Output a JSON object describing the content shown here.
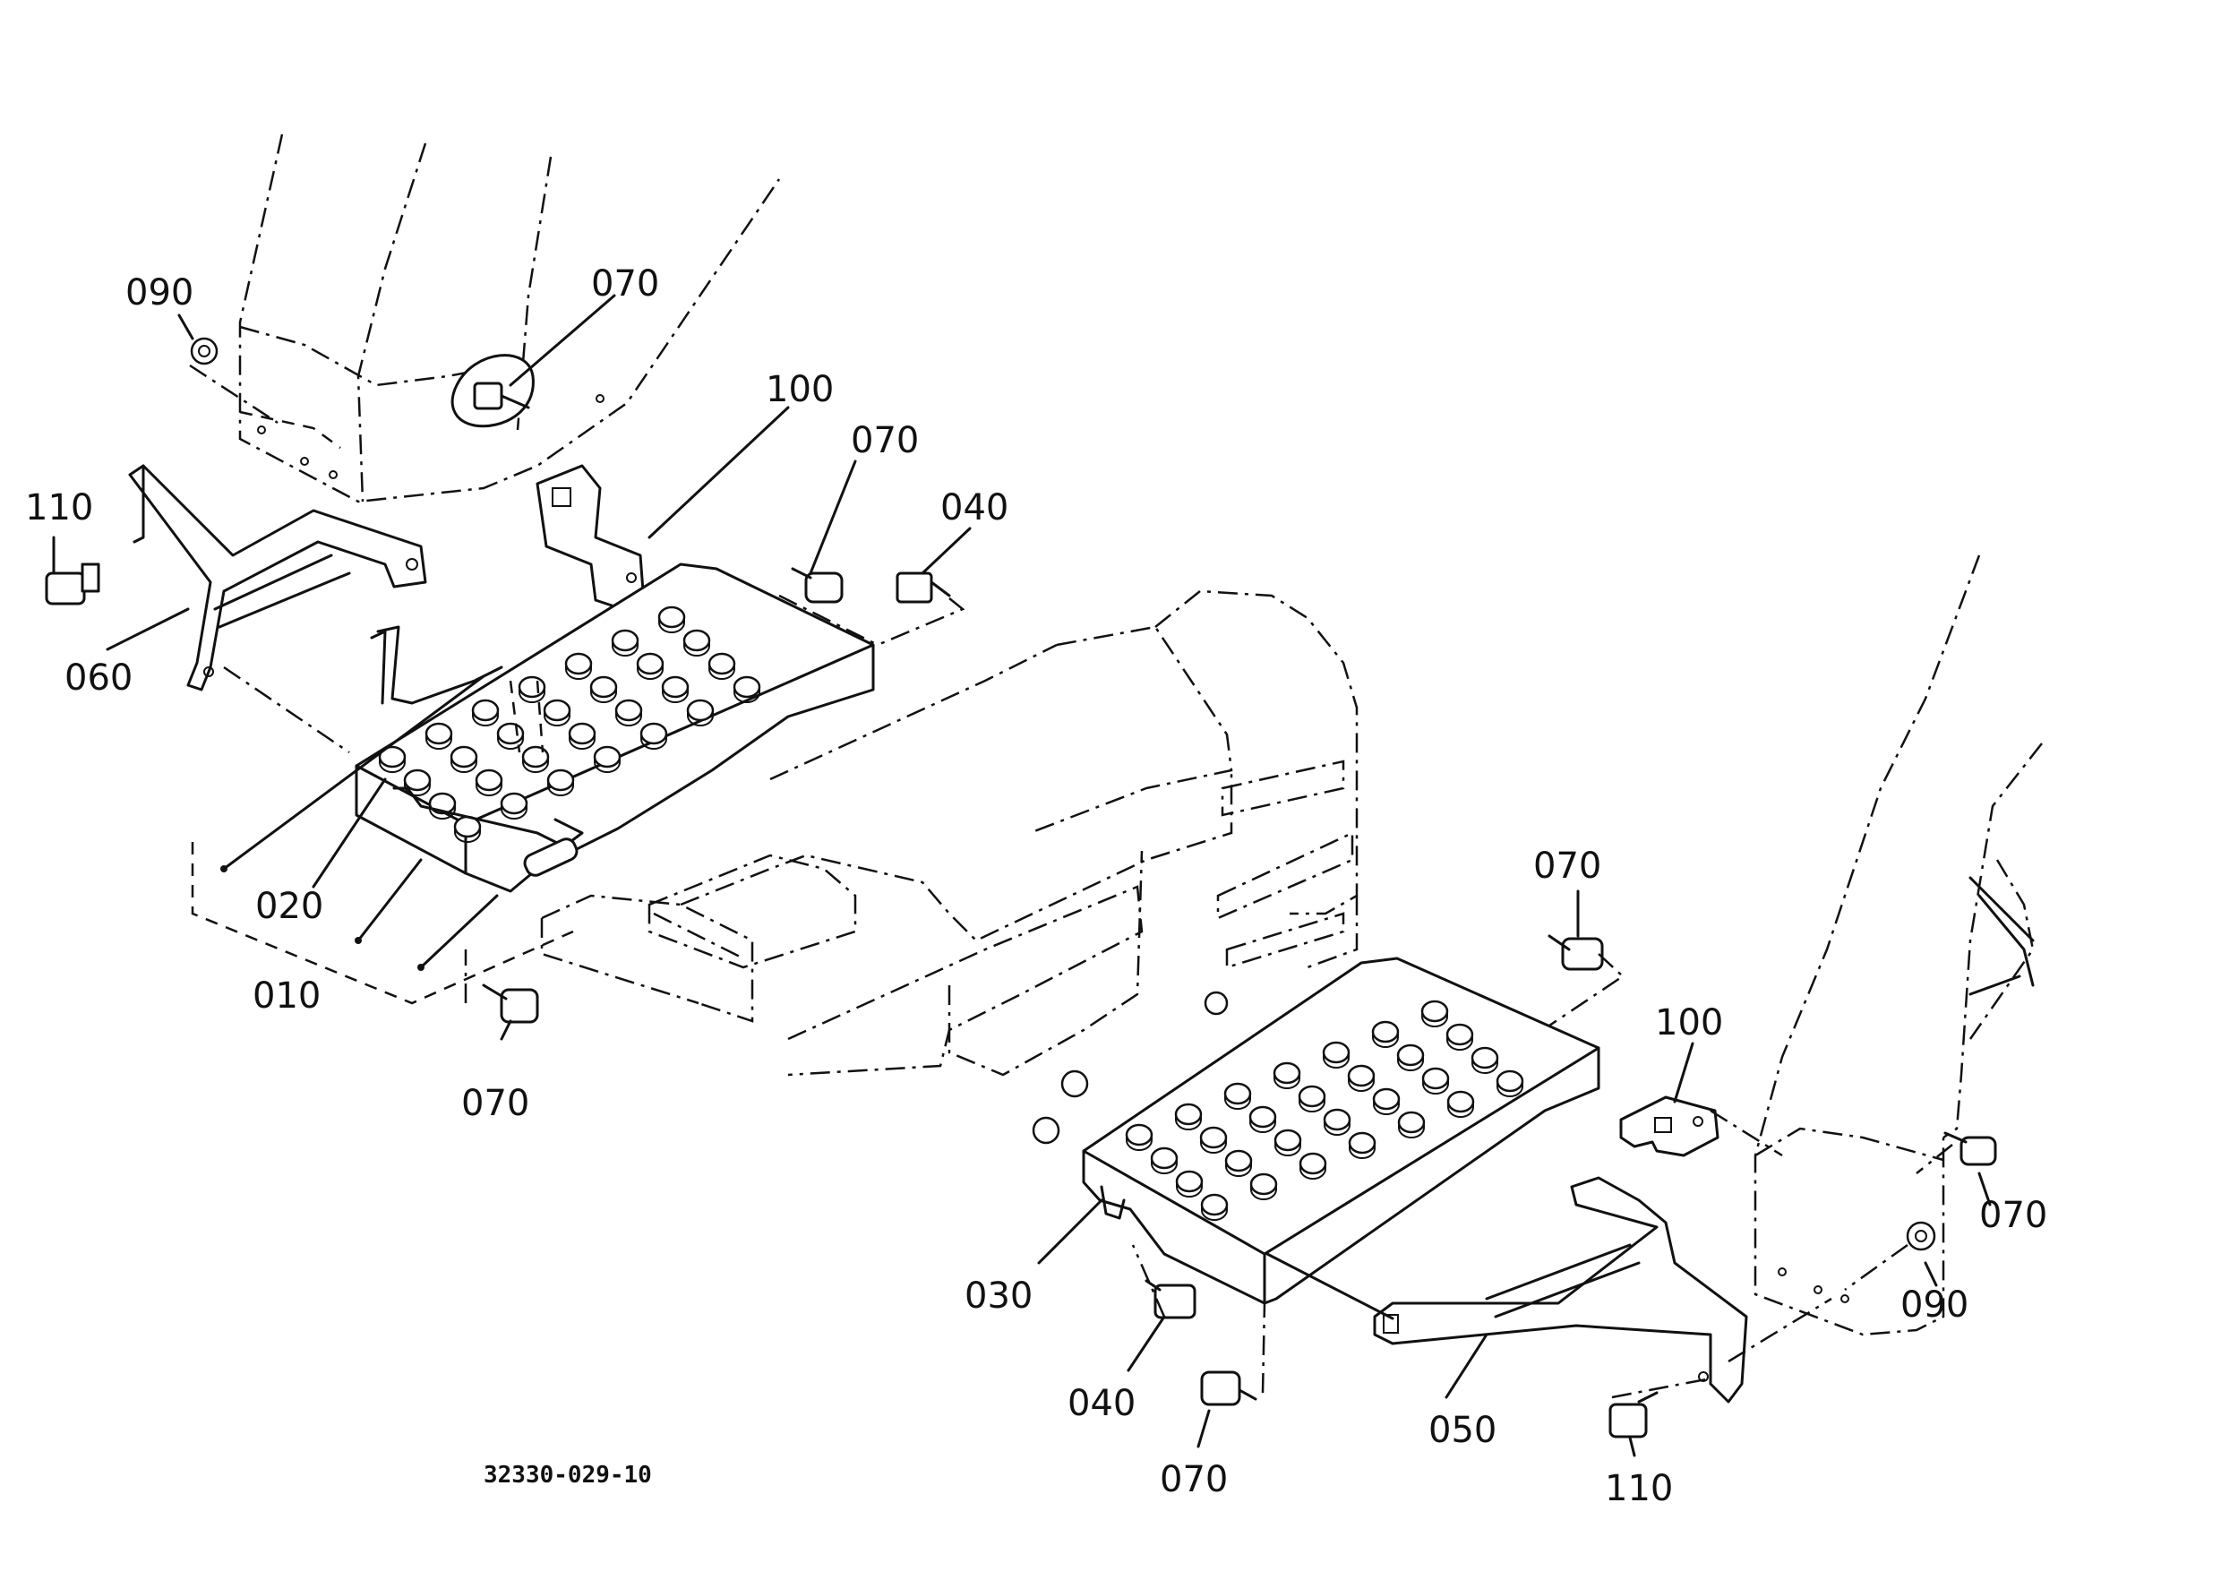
{
  "diagram": {
    "drawing_number": "32330-029-10",
    "part_labels": {
      "010": "010",
      "020": "020",
      "030": "030",
      "040": "040",
      "050": "050",
      "060": "060",
      "070": "070",
      "090": "090",
      "100": "100",
      "110": "110"
    }
  }
}
